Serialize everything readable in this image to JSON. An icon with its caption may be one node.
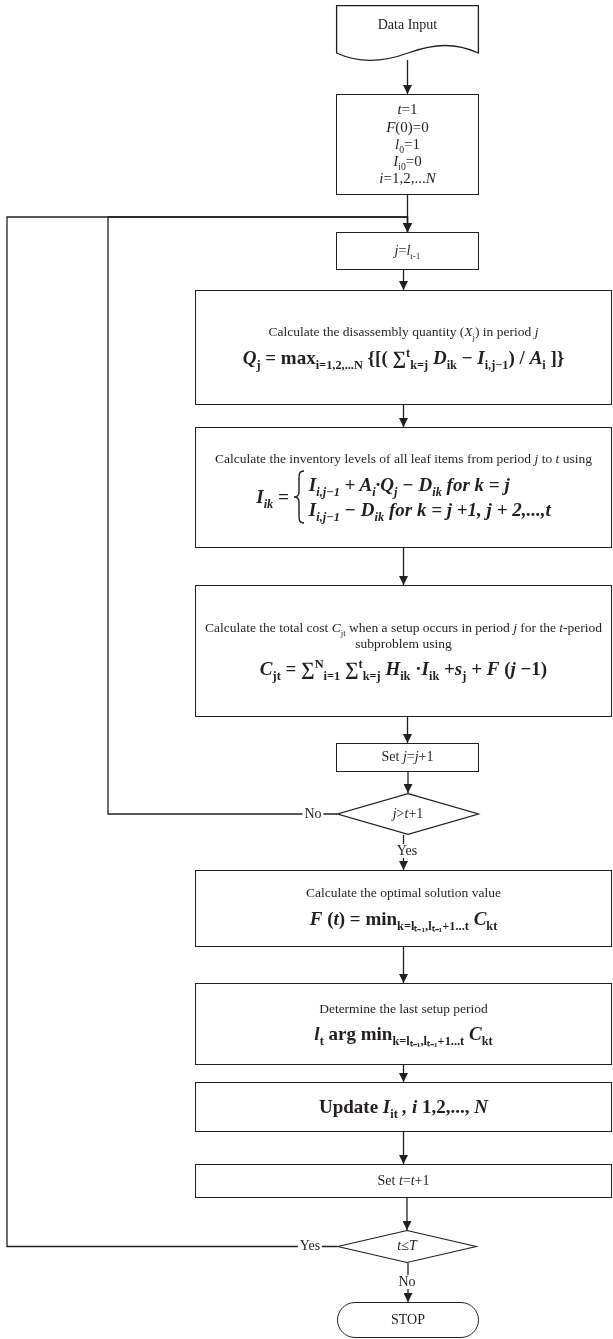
{
  "diagram": {
    "nodes": [
      {
        "text": [
          "Data Input"
        ]
      },
      {
        "text": [
          "*t*=1",
          "*F*(0)=0",
          "*l*$_{0}$=1",
          "*I*$_{i0}$=0",
          "*i*=1,2,...*N*"
        ]
      },
      {
        "text": [
          "*j*=*l*$_{t-1}$"
        ]
      },
      {
        "text": [
          "Calculate the disassembly quantity (*X*$_{j}$) in period *j*",
          "*Q*$_{j}$ = max$_{i=1,2,...N}$ {[( ∑$^{t}$$_{k=j}$ *D*$_{ik}$ − *I*$_{i,j−1}$) / *A*$_{i}$ ]}"
        ]
      },
      {
        "text": [
          "Calculate the inventory levels of all leaf items from period *j* to *t* using",
          "I$_{ik}$ =",
          "I$_{i,j−1}$ + A$_{i}$·Q$_{j}$ − D$_{ik}$   for   k = j",
          "I$_{i,j−1}$ − D$_{ik}$   for   k = j +1, j + 2,...,t"
        ]
      },
      {
        "text": [
          "Calculate the total cost *C*$_{jt}$ when a setup occurs in period *j* for the *t*-period subproblem using",
          "*C*$_{jt}$ = ∑$^{N}$$_{i=1}$ ∑$^{t}$$_{k=j}$ *H*$_{ik}$ ·*I*$_{ik}$ +*s*$_{j}$ + *F* (*j* −1)"
        ]
      },
      {
        "text": [
          "Set *j*=*j*+1"
        ]
      },
      {
        "text": [
          "*j*>*t*+1"
        ]
      },
      {
        "text": [
          "Calculate the optimal solution value",
          "*F* (*t*) = min$_{k=lₜ₋₁,lₜ₋₁+1...t}$ *C*$_{kt}$"
        ]
      },
      {
        "text": [
          "Determine the last setup period",
          "*l*$_{t}$    arg min$_{k=lₜ₋₁,lₜ₋₁+1...t}$ *C*$_{kt}$"
        ]
      },
      {
        "text": [
          "Update *I*$_{it}$ *, i*   1,2,..., *N*"
        ]
      },
      {
        "text": [
          "Set *t*=*t*+1"
        ]
      },
      {
        "text": [
          "*t*≤*T*"
        ]
      },
      {
        "text": [
          "STOP"
        ]
      }
    ],
    "edges": [
      {
        "from": 0,
        "to": 1,
        "arrow": "to"
      },
      {
        "from": 1,
        "to": 2,
        "arrow": "to"
      },
      {
        "from": 2,
        "to": 3,
        "arrow": "to"
      },
      {
        "from": 3,
        "to": 4,
        "arrow": "to"
      },
      {
        "from": 4,
        "to": 5,
        "arrow": "to"
      },
      {
        "from": 5,
        "to": 6,
        "arrow": "to"
      },
      {
        "from": 6,
        "to": 7,
        "arrow": "to"
      },
      {
        "from": 7,
        "to": 2,
        "label": "No",
        "arrow": "to"
      },
      {
        "from": 7,
        "to": 8,
        "label": "Yes",
        "arrow": "to"
      },
      {
        "from": 8,
        "to": 9,
        "arrow": "to"
      },
      {
        "from": 9,
        "to": 10,
        "arrow": "to"
      },
      {
        "from": 10,
        "to": 11,
        "arrow": "to"
      },
      {
        "from": 11,
        "to": 12,
        "arrow": "to"
      },
      {
        "from": 12,
        "to": 2,
        "label": "Yes",
        "arrow": "to"
      },
      {
        "from": 12,
        "to": 13,
        "label": "No",
        "arrow": "to"
      }
    ]
  }
}
